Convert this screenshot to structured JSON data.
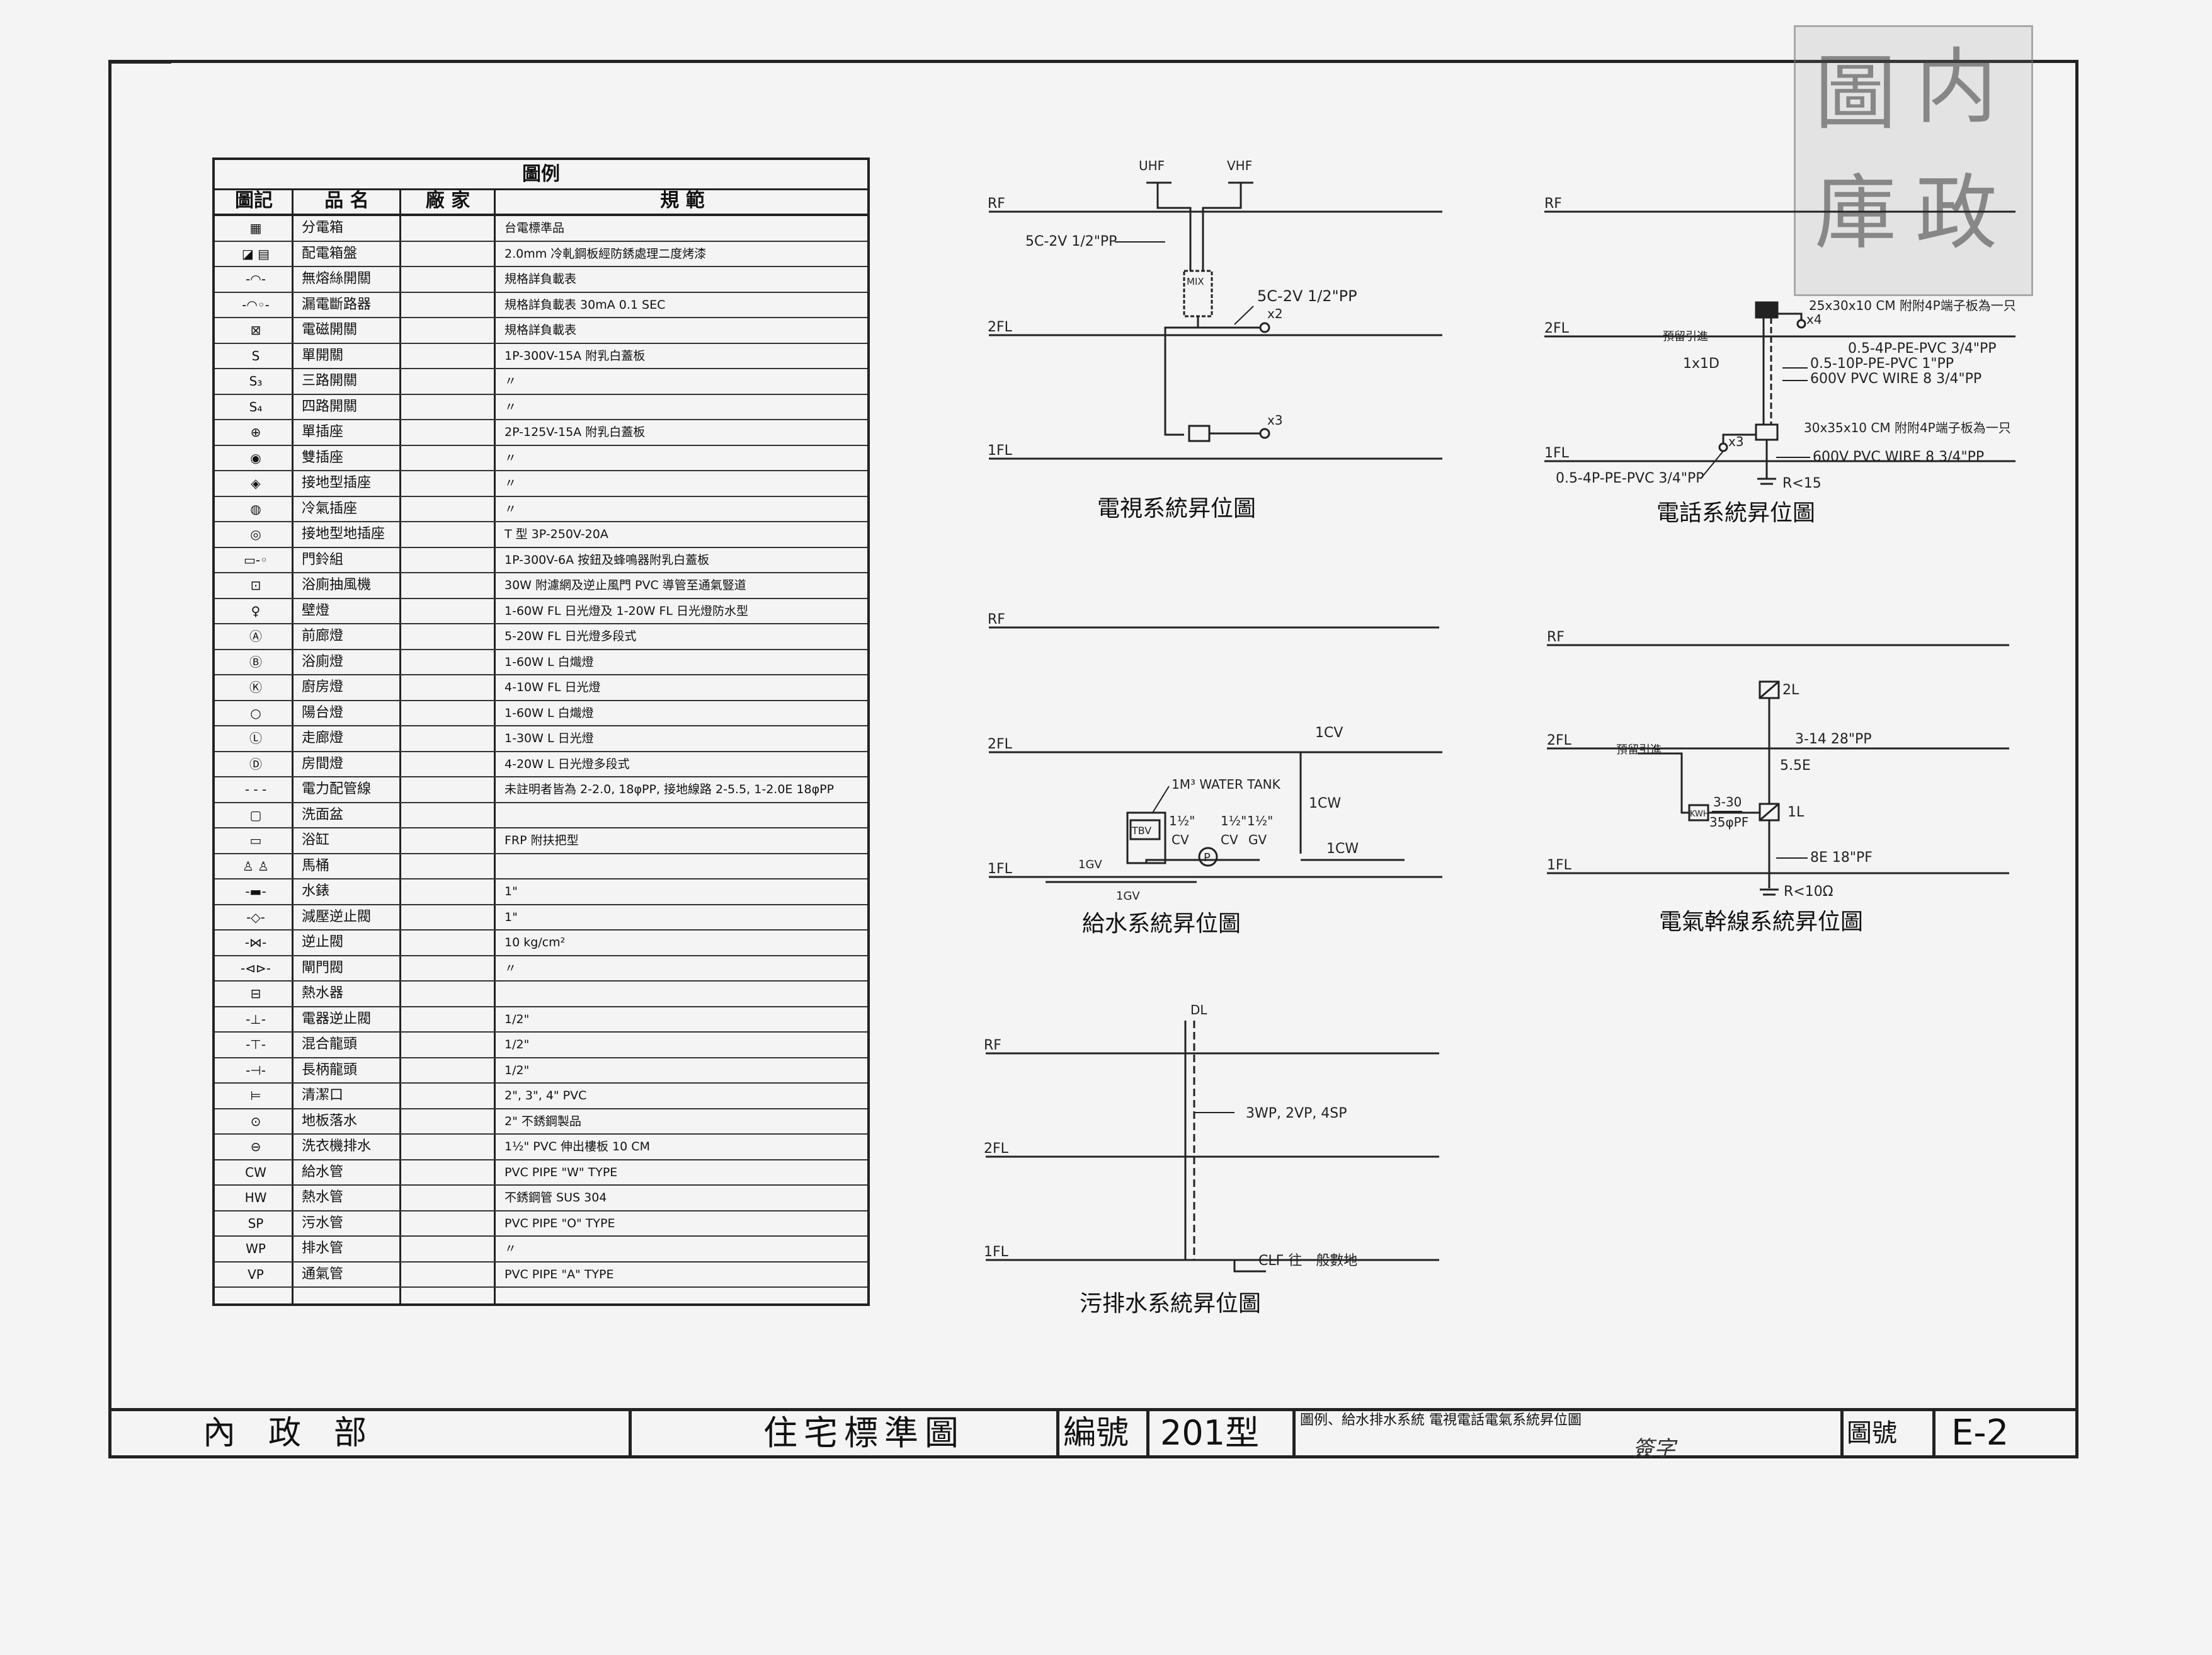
{
  "legend": {
    "title": "圖例",
    "headers": [
      "圖記",
      "品 名",
      "廠 家",
      "規 範"
    ],
    "rows": [
      {
        "name": "分電箱",
        "spec": "台電標準品"
      },
      {
        "name": "配電箱盤",
        "spec": "2.0mm 冷軋鋼板經防銹處理二度烤漆"
      },
      {
        "name": "無熔絲開關",
        "spec": "規格詳負載表"
      },
      {
        "name": "漏電斷路器",
        "spec": "規格詳負載表 30mA 0.1 SEC"
      },
      {
        "name": "電磁開關",
        "spec": "規格詳負載表"
      },
      {
        "name": "單開關",
        "spec": "1P-300V-15A 附乳白蓋板"
      },
      {
        "name": "三路開關",
        "spec": "〃"
      },
      {
        "name": "四路開關",
        "spec": "〃"
      },
      {
        "name": "單插座",
        "spec": "2P-125V-15A 附乳白蓋板"
      },
      {
        "name": "雙插座",
        "spec": "〃"
      },
      {
        "name": "接地型插座",
        "spec": "〃"
      },
      {
        "name": "冷氣插座",
        "spec": "〃"
      },
      {
        "name": "接地型地插座",
        "spec": "T 型 3P-250V-20A"
      },
      {
        "name": "門鈴組",
        "spec": "1P-300V-6A 按鈕及蜂鳴器附乳白蓋板"
      },
      {
        "name": "浴廁抽風機",
        "spec": "30W 附濾網及逆止風門 PVC 導管至通氣豎道"
      },
      {
        "name": "壁燈",
        "spec": "1-60W FL 日光燈及 1-20W FL 日光燈防水型"
      },
      {
        "name": "前廊燈",
        "spec": "5-20W FL 日光燈多段式"
      },
      {
        "name": "浴廁燈",
        "spec": "1-60W L 白熾燈"
      },
      {
        "name": "廚房燈",
        "spec": "4-10W FL 日光燈"
      },
      {
        "name": "陽台燈",
        "spec": "1-60W L 白熾燈"
      },
      {
        "name": "走廊燈",
        "spec": "1-30W L 日光燈"
      },
      {
        "name": "房間燈",
        "spec": "4-20W L 日光燈多段式"
      },
      {
        "name": "電力配管線",
        "spec": "未註明者皆為 2-2.0, 18φPP, 接地線路 2-5.5, 1-2.0E 18φPP"
      },
      {
        "name": "洗面盆",
        "spec": ""
      },
      {
        "name": "浴缸",
        "spec": "FRP 附扶把型"
      },
      {
        "name": "馬桶",
        "spec": ""
      },
      {
        "name": "水錶",
        "spec": "1\""
      },
      {
        "name": "減壓逆止閥",
        "spec": "1\""
      },
      {
        "name": "逆止閥",
        "spec": "10 kg/cm²"
      },
      {
        "name": "閘門閥",
        "spec": "〃"
      },
      {
        "name": "熱水器",
        "spec": ""
      },
      {
        "name": "電器逆止閥",
        "spec": "1/2\""
      },
      {
        "name": "混合龍頭",
        "spec": "1/2\""
      },
      {
        "name": "長柄龍頭",
        "spec": "1/2\""
      },
      {
        "name": "清潔口",
        "spec": "2\", 3\", 4\" PVC"
      },
      {
        "name": "地板落水",
        "spec": "2\" 不銹鋼製品"
      },
      {
        "name": "洗衣機排水",
        "spec": "1½\" PVC 伸出樓板 10 CM"
      },
      {
        "name": "給水管",
        "spec": "PVC PIPE \"W\" TYPE"
      },
      {
        "name": "熱水管",
        "spec": "不銹鋼管 SUS 304"
      },
      {
        "name": "污水管",
        "spec": "PVC PIPE \"O\" TYPE"
      },
      {
        "name": "排水管",
        "spec": "〃"
      },
      {
        "name": "通氣管",
        "spec": "PVC PIPE \"A\" TYPE"
      }
    ],
    "symbols": [
      "▦",
      "◪ ▤",
      "-◠-",
      "-◠◦-",
      "⊠",
      "S",
      "S₃",
      "S₄",
      "⊕",
      "◉",
      "◈",
      "◍",
      "◎",
      "▭-◦",
      "⊡",
      "♀",
      "Ⓐ",
      "Ⓑ",
      "Ⓚ",
      "○",
      "Ⓛ",
      "Ⓓ",
      "- - -",
      "▢",
      "▭",
      "♙ ♙",
      "-▬-",
      "-◇-",
      "-⋈-",
      "-⊲⊳-",
      "⊟",
      "-⊥-",
      "-⊤-",
      "-⊣-",
      "⊨",
      "⊙",
      "⊖",
      "CW",
      "HW",
      "SP",
      "WP",
      "VP"
    ]
  },
  "floors": {
    "rf": "RF",
    "f2": "2FL",
    "f1": "1FL"
  },
  "tv": {
    "title": "電視系統昇位圖",
    "uhf": "UHF",
    "vhf": "VHF",
    "cable1": "5C-2V 1/2\"PP",
    "cable2": "5C-2V 1/2\"PP",
    "mix": "MIX",
    "x2": "x2",
    "x3": "x3"
  },
  "phone": {
    "title": "電話系統昇位圖",
    "box1": "25x30x10 CM 附附4P端子板為一只",
    "x4": "x4",
    "c1": "0.5-4P-PE-PVC 3/4\"PP",
    "c2": "0.5-10P-PE-PVC 1\"PP",
    "c3": "600V PVC WIRE 8 3/4\"PP",
    "left1": "預留引進",
    "left2": "1x1D",
    "box2": "30x35x10 CM 附附4P端子板為一只",
    "x3": "x3",
    "c4": "600V PVC WIRE 8 3/4\"PP",
    "c5": "0.5-4P-PE-PVC 3/4\"PP",
    "ground": "R<15"
  },
  "water": {
    "title": "給水系統昇位圖",
    "cv_top": "1CV",
    "cw1": "1CW",
    "cw2": "1CW",
    "tank": "1M³ WATER TANK",
    "tbv": "TBV",
    "size1": "1½\"",
    "size2": "1½\"",
    "size3": "1½\"",
    "cv1": "CV",
    "cv2": "CV",
    "gv1": "GV",
    "pump": "P",
    "gv_left": "1GV",
    "gv_bottom": "1GV"
  },
  "power": {
    "title": "電氣幹線系統昇位圖",
    "l2": "2L",
    "c1": "3-14 28\"PP",
    "e1": "5.5E",
    "left1": "預留引進",
    "kwh": "KWH",
    "frac_top": "3-30",
    "frac_bot": "35φPF",
    "l1": "1L",
    "e2": "8E 18\"PF",
    "ground": "R<10Ω"
  },
  "drain": {
    "title": "污排水系統昇位圖",
    "top": "DL",
    "pipes": "3WP, 2VP, 4SP",
    "bottom": "CLF 往一般數地"
  },
  "titleblock": {
    "org": "內　政　部",
    "std": "住宅標準圖",
    "num_label": "編號",
    "num": "201型",
    "desc": "圖例、給水排水系統 電視電話電氣系統昇位圖",
    "sig": "簽字",
    "sheet_label": "圖號",
    "sheet": "E-2"
  }
}
